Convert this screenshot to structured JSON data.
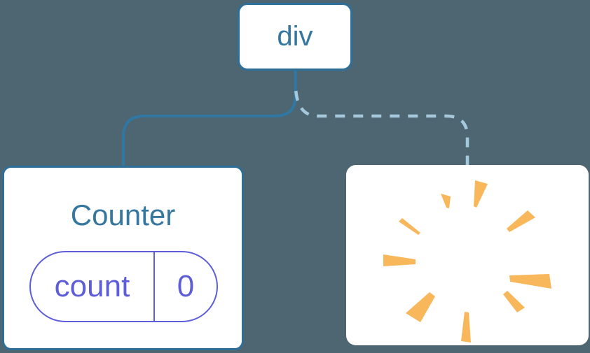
{
  "colors": {
    "background": "#4d6671",
    "card_bg": "#ffffff",
    "steel_blue_border": "#2e6f99",
    "edge_solid": "#3077a4",
    "edge_dashed": "#a6c8dc",
    "node_text": "#35779f",
    "state_purple": "#5e5ed8",
    "poof_orange": "#f7b75a"
  },
  "tree": {
    "root_node": {
      "label": "div"
    },
    "counter_node": {
      "title": "Counter",
      "state_pill": {
        "key": "count",
        "value": "0"
      }
    },
    "poof_node": {
      "icon": "starburst-poof-icon"
    },
    "edges": [
      {
        "from": "div",
        "to": "Counter",
        "style": "solid"
      },
      {
        "from": "div",
        "to": "poof",
        "style": "dashed"
      }
    ]
  },
  "poof": {
    "rays": [
      "678,258 696,263 680,297 676,295",
      "629,277 643,281 641,298 637,297",
      "753,301 764,311 727,332 723,327",
      "569,317 574,312 600,333 597,336",
      "547,364 593,371 593,378 547,381",
      "727,394 784,392 787,413 728,403",
      "613,418 621,424 600,461 579,448",
      "724,416 749,440 738,447 718,421",
      "663,446 669,447 672,490 658,488"
    ]
  }
}
